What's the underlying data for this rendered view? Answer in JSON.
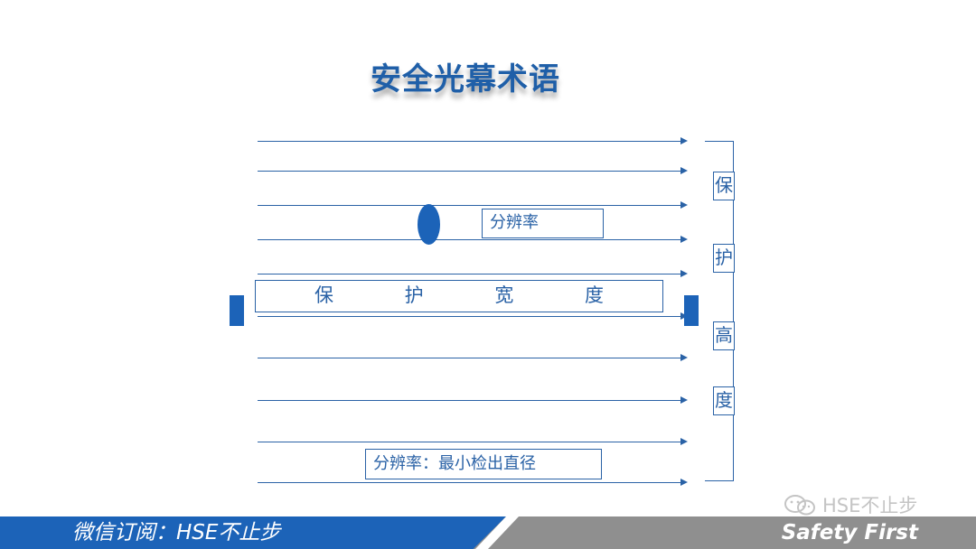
{
  "slide": {
    "title": "安全光幕术语"
  },
  "diagram": {
    "resolution_label": "分辨率",
    "protected_width_label": "保 护 宽 度",
    "protected_height_chars": [
      "保",
      "护",
      "高",
      "度"
    ],
    "definition_label": "分辨率：最小检出直径",
    "beam_count": 10
  },
  "footer": {
    "left_text": "微信订阅：HSE不止步",
    "right_text": "Safety First",
    "watermark_text": "HSE不止步",
    "watermark_icon": "wechat-icon"
  },
  "colors": {
    "primary_blue": "#1c63b8",
    "line_blue": "#2a62a6",
    "footer_gray": "#8f8f8f"
  }
}
